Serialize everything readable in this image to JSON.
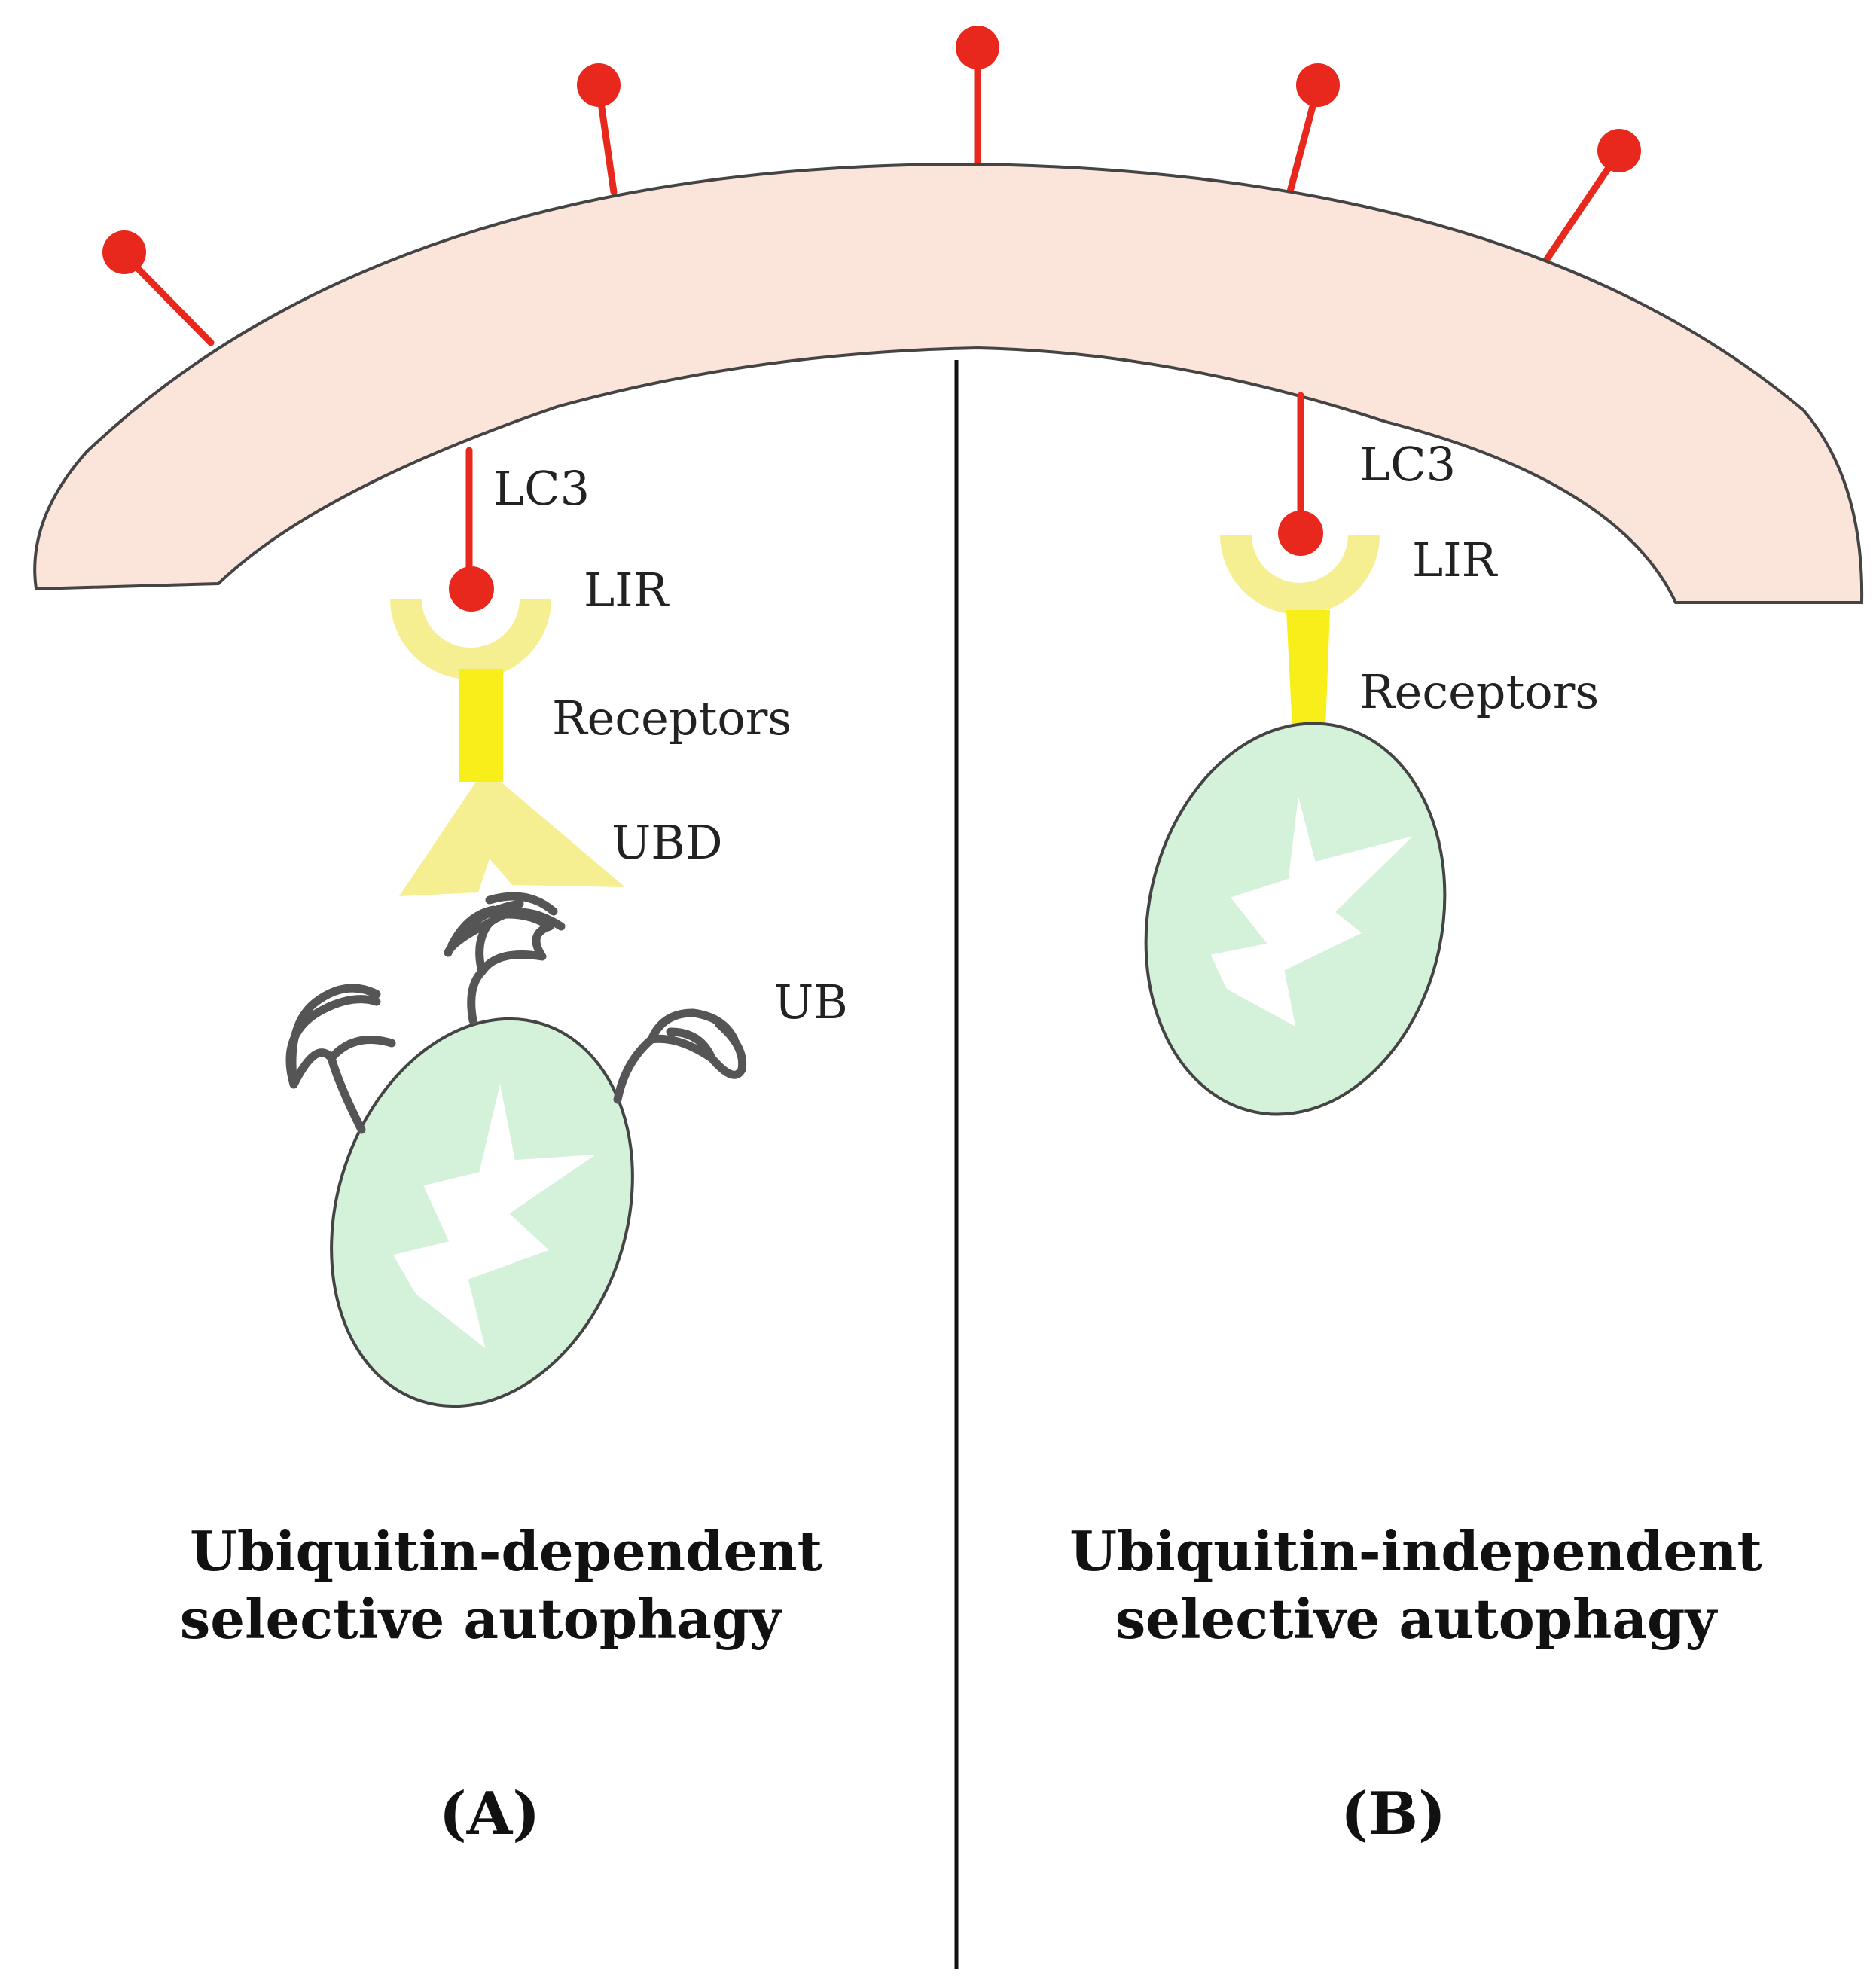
{
  "colors": {
    "membrane_fill": "#fbe5da",
    "outline": "#444444",
    "lc3": "#e8281d",
    "receptor": "#f8ef1a",
    "receptor_cup": "#f6ef91",
    "cargo": "#d4f1d9",
    "ubiquitin": "#555555",
    "divider": "#111111"
  },
  "panel_a": {
    "lc3": "LC3",
    "lir": "LIR",
    "receptors": "Receptors",
    "ubd": "UBD",
    "ub": "UB",
    "caption_line1": "Ubiquitin-dependent",
    "caption_line2": "selective autophagy",
    "panel_label": "(A)"
  },
  "panel_b": {
    "lc3": "LC3",
    "lir": "LIR",
    "receptors": "Receptors",
    "caption_line1": "Ubiquitin-independent",
    "caption_line2": "selective autophagy",
    "panel_label": "(B)"
  }
}
